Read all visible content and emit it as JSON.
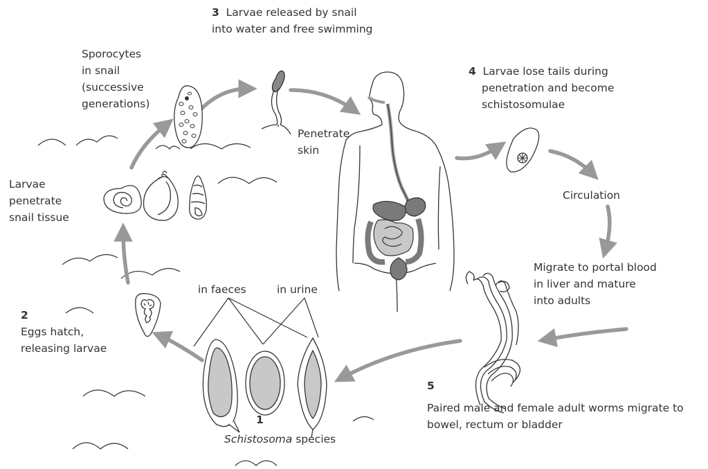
{
  "steps": {
    "s1": {
      "number": "1",
      "species_italic": "Schistosoma",
      "species_rest": " species"
    },
    "s2": {
      "number": "2",
      "line1": "Eggs hatch,",
      "line2": "releasing larvae"
    },
    "s3": {
      "number": "3",
      "line1": "Larvae released by snail",
      "line2": "into water and free swimming"
    },
    "s4": {
      "number": "4",
      "line1": "Larvae lose tails during",
      "line2": "penetration and become",
      "line3": "schistosomulae"
    },
    "s5": {
      "number": "5",
      "line1": "Paired male and female adult worms migrate to",
      "line2": "bowel, rectum or bladder"
    }
  },
  "labels": {
    "sporocytes": [
      "Sporocytes",
      "in snail",
      "(successive",
      "generations)"
    ],
    "penetrate_snail": [
      "Larvae",
      "penetrate",
      "snail tissue"
    ],
    "penetrate_skin": [
      "Penetrate",
      "skin"
    ],
    "circulation": "Circulation",
    "migrate": [
      "Migrate to portal blood",
      "in liver and mature",
      "into adults"
    ],
    "in_faeces": "in faeces",
    "in_urine": "in urine"
  },
  "colors": {
    "arrow": "#999999",
    "line": "#333333",
    "organ": "#7a7a7a",
    "egg_fill": "#c8c8c8",
    "text": "#333333"
  }
}
